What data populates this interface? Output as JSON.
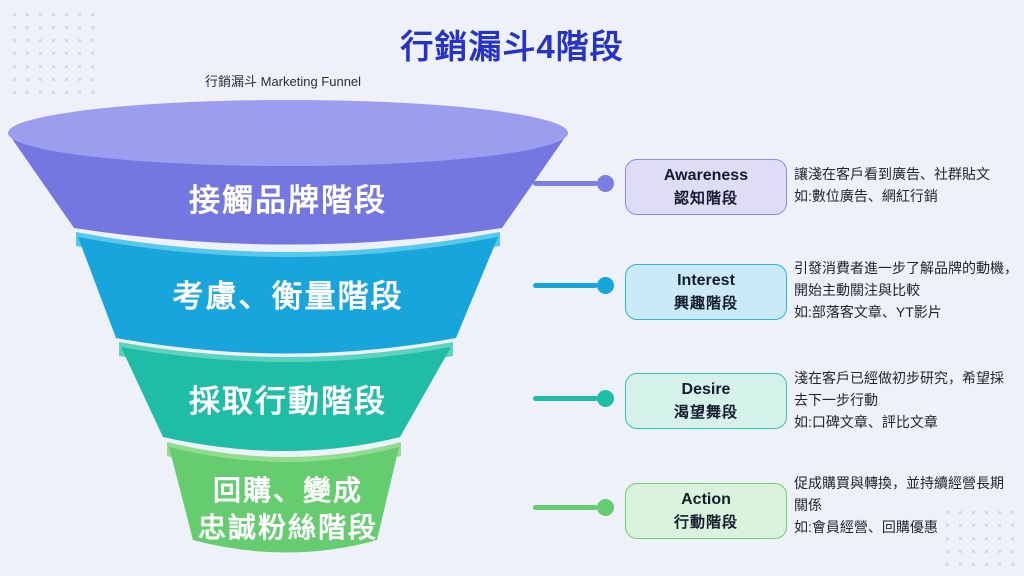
{
  "title": "行銷漏斗4階段",
  "subtitle": "行銷漏斗  Marketing Funnel",
  "colors": {
    "background": "#eef1f7",
    "title_text": "#2733c7",
    "stage1_top": "#9b9eef",
    "stage1_body": "#7477e0",
    "stage2_lip": "#55c8ec",
    "stage2_body": "#17a5dc",
    "stage3_lip": "#5cd3bf",
    "stage3_body": "#1fbda6",
    "stage4_lip": "#90dd90",
    "stage4_body": "#65cc6f",
    "box1_fill": "#dedcf6",
    "box1_border": "#8b8de4",
    "box2_fill": "#c9eaf6",
    "box2_border": "#2ab4e2",
    "box3_fill": "#d4f1ea",
    "box3_border": "#35c4ad",
    "box4_fill": "#d9f3dc",
    "box4_border": "#6fd078",
    "funnel_label_text": "#ffffff",
    "desc_text": "#1d2433"
  },
  "stages": [
    {
      "funnel_label": "接觸品牌階段",
      "en": "Awareness",
      "zh": "認知階段",
      "desc": "讓淺在客戶看到廣告、社群貼文\n如:數位廣告、網紅行銷"
    },
    {
      "funnel_label": "考慮、衡量階段",
      "en": "Interest",
      "zh": "興趣階段",
      "desc": "引發消費者進一步了解品牌的動機，\n開始主動關注與比較\n如:部落客文章、YT影片"
    },
    {
      "funnel_label": "採取行動階段",
      "en": "Desire",
      "zh": "渴望舞段",
      "desc": "淺在客戶已經做初步研究，希望採\n去下一步行動\n如:口碑文章、評比文章"
    },
    {
      "funnel_label": "回購、變成",
      "funnel_label2": "忠誠粉絲階段",
      "en": "Action",
      "zh": "行動階段",
      "desc": "促成購買與轉換，並持續經營長期\n關係\n如:會員經營、回購優惠"
    }
  ]
}
